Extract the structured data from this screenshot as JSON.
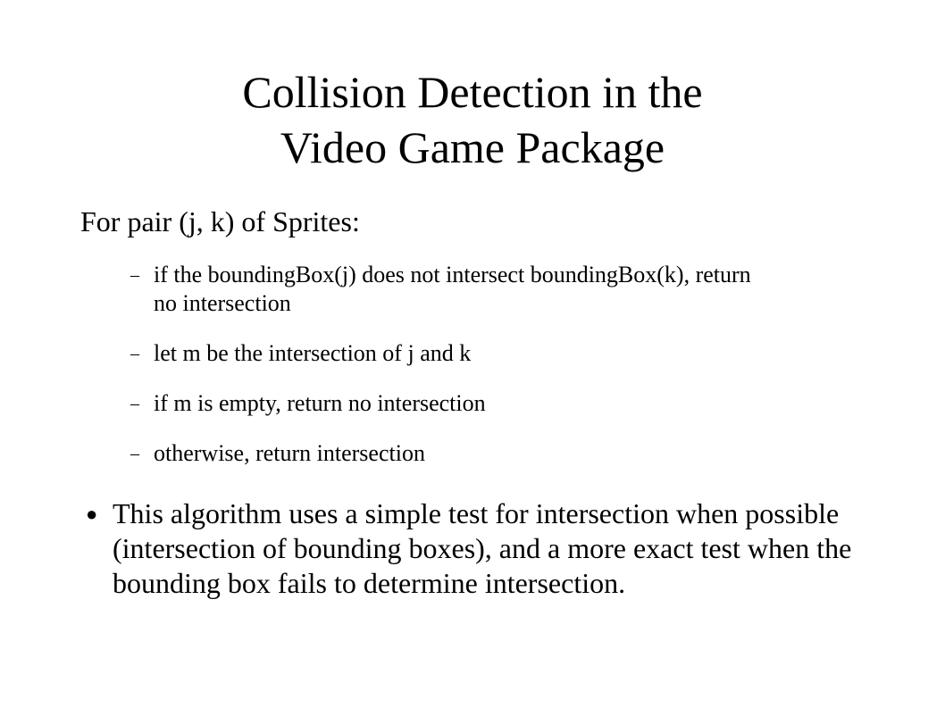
{
  "slide": {
    "title_lines": [
      "Collision Detection in the",
      "Video Game Package"
    ],
    "intro": "For pair (j, k) of Sprites:",
    "sub_marker": "–",
    "sub_items": [
      "if the boundingBox(j) does not intersect boundingBox(k), return no intersection",
      "let m be the intersection of j and k",
      "if m is empty, return no intersection",
      "otherwise, return intersection"
    ],
    "bullet_marker": "●",
    "bullets": [
      "This algorithm uses a simple test for intersection when possible (intersection of bounding boxes), and a more exact test when the bounding box fails to determine intersection."
    ]
  }
}
